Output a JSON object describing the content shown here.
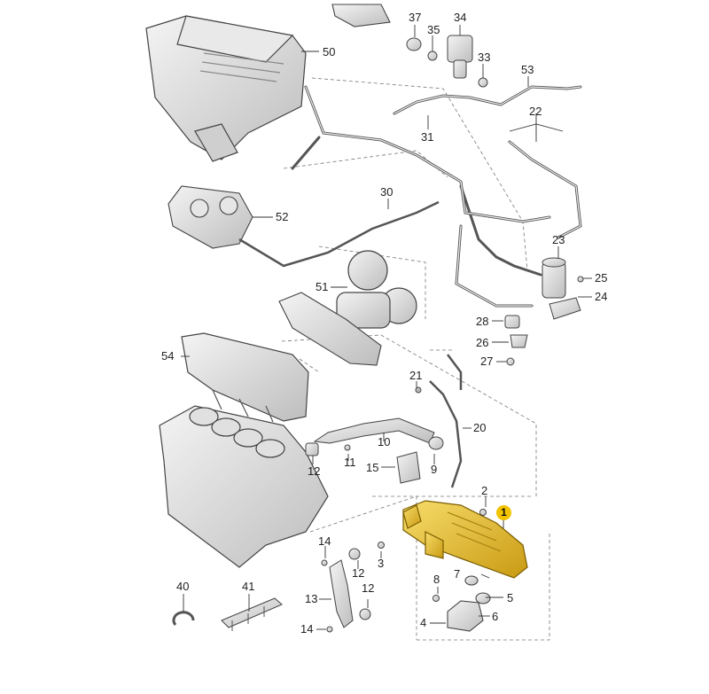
{
  "diagram": {
    "highlight_color": "#e6bf2e",
    "highlighted_part": "1",
    "parts": [
      {
        "key": "p1",
        "label": "1"
      },
      {
        "key": "p2",
        "label": "2"
      },
      {
        "key": "p3",
        "label": "3"
      },
      {
        "key": "p4",
        "label": "4"
      },
      {
        "key": "p5",
        "label": "5"
      },
      {
        "key": "p6",
        "label": "6"
      },
      {
        "key": "p7",
        "label": "7"
      },
      {
        "key": "p8",
        "label": "8"
      },
      {
        "key": "p9",
        "label": "9"
      },
      {
        "key": "p10",
        "label": "10"
      },
      {
        "key": "p11",
        "label": "11"
      },
      {
        "key": "p12a",
        "label": "12"
      },
      {
        "key": "p12b",
        "label": "12"
      },
      {
        "key": "p12c",
        "label": "12"
      },
      {
        "key": "p13",
        "label": "13"
      },
      {
        "key": "p14a",
        "label": "14"
      },
      {
        "key": "p14b",
        "label": "14"
      },
      {
        "key": "p15",
        "label": "15"
      },
      {
        "key": "p20",
        "label": "20"
      },
      {
        "key": "p21",
        "label": "21"
      },
      {
        "key": "p22",
        "label": "22"
      },
      {
        "key": "p23",
        "label": "23"
      },
      {
        "key": "p24",
        "label": "24"
      },
      {
        "key": "p25",
        "label": "25"
      },
      {
        "key": "p26",
        "label": "26"
      },
      {
        "key": "p27",
        "label": "27"
      },
      {
        "key": "p28",
        "label": "28"
      },
      {
        "key": "p30",
        "label": "30"
      },
      {
        "key": "p31",
        "label": "31"
      },
      {
        "key": "p33",
        "label": "33"
      },
      {
        "key": "p34",
        "label": "34"
      },
      {
        "key": "p35",
        "label": "35"
      },
      {
        "key": "p37",
        "label": "37"
      },
      {
        "key": "p40",
        "label": "40"
      },
      {
        "key": "p41",
        "label": "41"
      },
      {
        "key": "p50",
        "label": "50"
      },
      {
        "key": "p51",
        "label": "51"
      },
      {
        "key": "p52",
        "label": "52"
      },
      {
        "key": "p53",
        "label": "53"
      },
      {
        "key": "p54",
        "label": "54"
      }
    ]
  }
}
